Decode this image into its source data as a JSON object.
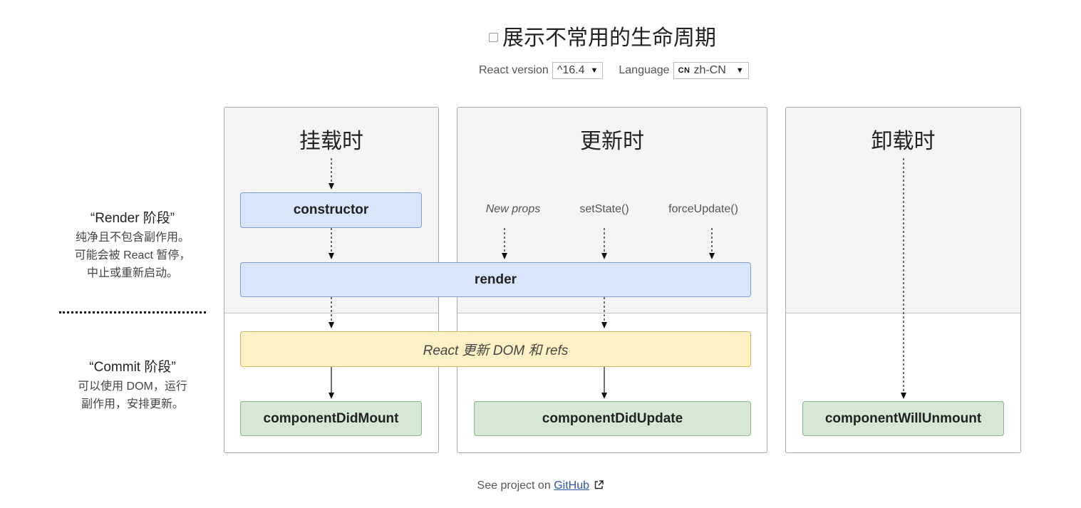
{
  "header": {
    "show_rare_label": "展示不常用的生命周期",
    "show_rare_checked": false
  },
  "controls": {
    "version_label": "React version",
    "version_value": "^16.4",
    "language_label": "Language",
    "language_code": "CN",
    "language_value": "zh-CN"
  },
  "stages": {
    "render_title": "“Render 阶段”",
    "render_desc": [
      "纯净且不包含副作用。",
      "可能会被 React 暂停，",
      "中止或重新启动。"
    ],
    "commit_title": "“Commit 阶段”",
    "commit_desc": [
      "可以使用 DOM，运行",
      "副作用，安排更新。"
    ]
  },
  "phases": {
    "mounting": "挂载时",
    "updating": "更新时",
    "unmounting": "卸载时"
  },
  "triggers": {
    "new_props": "New props",
    "set_state": "setState()",
    "force_update": "forceUpdate()"
  },
  "methods": {
    "constructor": "constructor",
    "render": "render",
    "react_updates_dom": "React 更新 DOM 和 refs",
    "component_did_mount": "componentDidMount",
    "component_did_update": "componentDidUpdate",
    "component_will_unmount": "componentWillUnmount"
  },
  "footer": {
    "prefix": "See project on",
    "link_text": "GitHub"
  },
  "colors": {
    "render_box": "#d8e6fb",
    "commit_box": "#fff1c6",
    "lifecycle_box": "#d4e8d4",
    "link": "#2c56a8"
  }
}
